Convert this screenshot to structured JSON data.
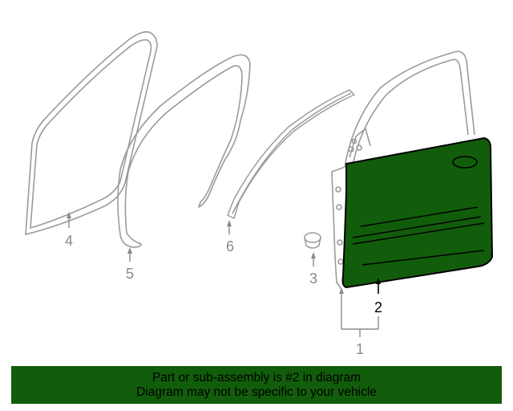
{
  "colors": {
    "highlight_fill": "#125d0b",
    "part_outline": "#9a9a9a",
    "highlight_callout": "#000000",
    "dim_callout": "#8a8a8a",
    "banner_bg": "#125d0b"
  },
  "callouts": {
    "part_1": "1",
    "part_2": "2",
    "part_3": "3",
    "part_4": "4",
    "part_5": "5",
    "part_6": "6"
  },
  "highlighted_part": "2",
  "banner": {
    "line1": "Part or sub-assembly is #2 in diagram",
    "line2": "Diagram may not be specific to your vehicle"
  }
}
